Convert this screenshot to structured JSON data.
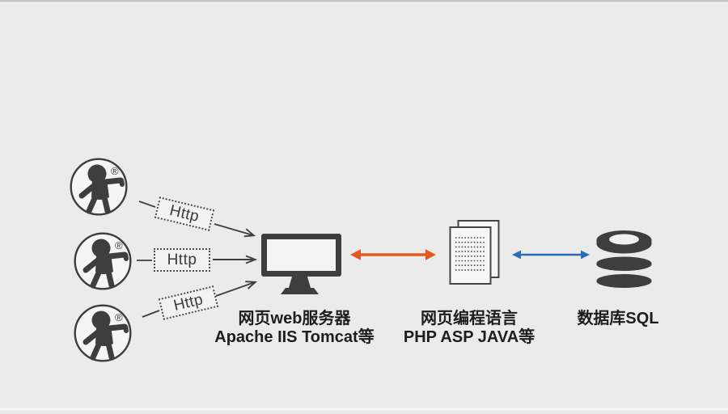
{
  "canvas": {
    "background": "#ebebeb"
  },
  "colors": {
    "icon_dark": "#3e3e3e",
    "orange_arrow": "#e4571e",
    "blue_arrow": "#2d6bb4",
    "label_text": "#1d1d1d"
  },
  "clients": {
    "registered_mark": "®",
    "http_labels": [
      "Http",
      "Http",
      "Http"
    ]
  },
  "nodes": {
    "webserver": {
      "title": "网页web服务器",
      "subtitle": "Apache IIS Tomcat等"
    },
    "languages": {
      "title": "网页编程语言",
      "subtitle": "PHP ASP JAVA等"
    },
    "database": {
      "title": "数据库SQL"
    }
  }
}
